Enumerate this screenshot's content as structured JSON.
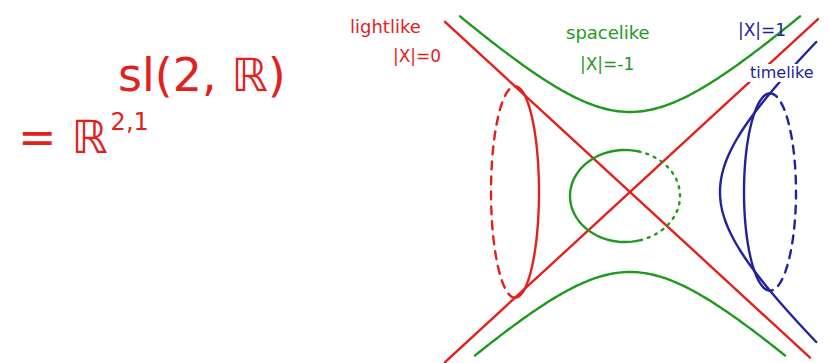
{
  "diagram": {
    "labels": [
      "lightlike",
      "|X|=0",
      "spacelike",
      "|X|=-1",
      "|X|=1",
      "timelike",
      "sl(2, ℝ)",
      "= ℝ",
      "2,1"
    ]
  }
}
